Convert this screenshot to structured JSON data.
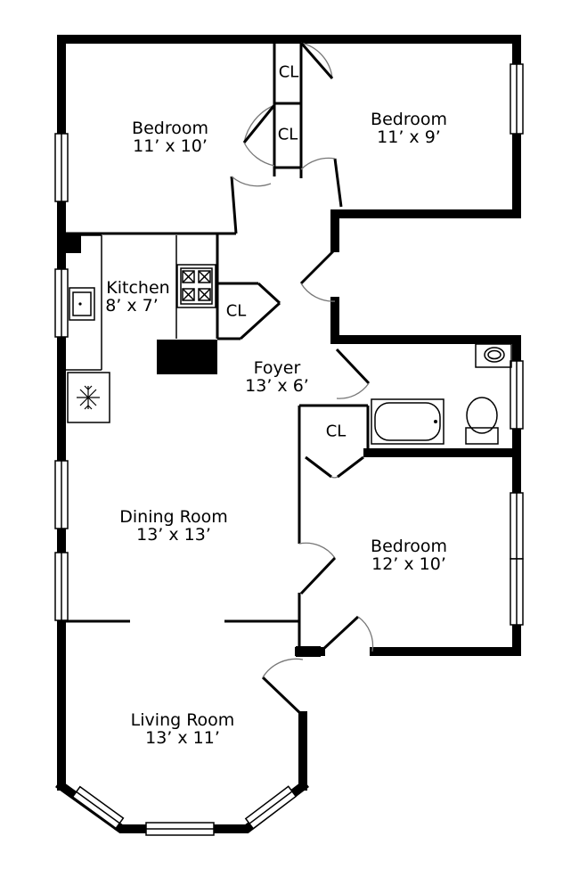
{
  "rooms": {
    "bedroom_nw": {
      "name": "Bedroom",
      "size": "11’ x 10’"
    },
    "bedroom_ne": {
      "name": "Bedroom",
      "size": "11’ x 9’"
    },
    "kitchen": {
      "name": "Kitchen",
      "size": "8’ x 7’"
    },
    "foyer": {
      "name": "Foyer",
      "size": "13’ x 6’"
    },
    "dining": {
      "name": "Dining Room",
      "size": "13’ x 13’"
    },
    "bedroom_se": {
      "name": "Bedroom",
      "size": "12’ x 10’"
    },
    "living": {
      "name": "Living Room",
      "size": "13’ x 11’"
    }
  },
  "closets": {
    "cl_top": "CL",
    "cl_mid": "CL",
    "cl_kitchen": "CL",
    "cl_bath": "CL"
  },
  "icons": {
    "stove": "stove-icon",
    "sink": "kitchen-sink-icon",
    "fridge": "refrigerator-icon",
    "bathtub": "bathtub-icon",
    "toilet": "toilet-icon",
    "vanity": "bathroom-sink-icon"
  }
}
